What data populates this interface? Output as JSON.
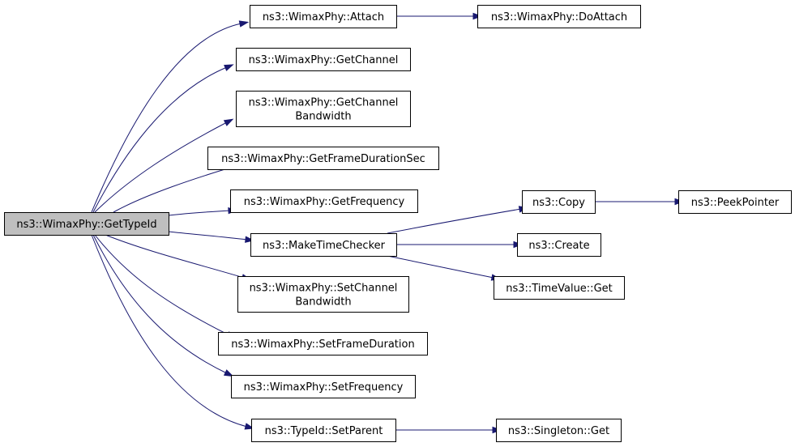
{
  "graph": {
    "root": "getTypeId",
    "nodes": [
      {
        "id": "getTypeId",
        "lines": [
          "ns3::WimaxPhy::GetTypeId"
        ]
      },
      {
        "id": "attach",
        "lines": [
          "ns3::WimaxPhy::Attach"
        ]
      },
      {
        "id": "doAttach",
        "lines": [
          "ns3::WimaxPhy::DoAttach"
        ]
      },
      {
        "id": "getChannel",
        "lines": [
          "ns3::WimaxPhy::GetChannel"
        ]
      },
      {
        "id": "getChannelBandwidth",
        "lines": [
          "ns3::WimaxPhy::GetChannel",
          "Bandwidth"
        ]
      },
      {
        "id": "getFrameDurationSec",
        "lines": [
          "ns3::WimaxPhy::GetFrameDurationSec"
        ]
      },
      {
        "id": "getFrequency",
        "lines": [
          "ns3::WimaxPhy::GetFrequency"
        ]
      },
      {
        "id": "makeTimeChecker",
        "lines": [
          "ns3::MakeTimeChecker"
        ]
      },
      {
        "id": "copy",
        "lines": [
          "ns3::Copy"
        ]
      },
      {
        "id": "peekPointer",
        "lines": [
          "ns3::PeekPointer"
        ]
      },
      {
        "id": "create",
        "lines": [
          "ns3::Create"
        ]
      },
      {
        "id": "timeValueGet",
        "lines": [
          "ns3::TimeValue::Get"
        ]
      },
      {
        "id": "setChannelBandwidth",
        "lines": [
          "ns3::WimaxPhy::SetChannel",
          "Bandwidth"
        ]
      },
      {
        "id": "setFrameDuration",
        "lines": [
          "ns3::WimaxPhy::SetFrameDuration"
        ]
      },
      {
        "id": "setFrequency",
        "lines": [
          "ns3::WimaxPhy::SetFrequency"
        ]
      },
      {
        "id": "setParent",
        "lines": [
          "ns3::TypeId::SetParent"
        ]
      },
      {
        "id": "singletonGet",
        "lines": [
          "ns3::Singleton::Get"
        ]
      }
    ],
    "edges": [
      {
        "from": "getTypeId",
        "to": "attach"
      },
      {
        "from": "getTypeId",
        "to": "getChannel"
      },
      {
        "from": "getTypeId",
        "to": "getChannelBandwidth"
      },
      {
        "from": "getTypeId",
        "to": "getFrameDurationSec"
      },
      {
        "from": "getTypeId",
        "to": "getFrequency"
      },
      {
        "from": "getTypeId",
        "to": "makeTimeChecker"
      },
      {
        "from": "getTypeId",
        "to": "setChannelBandwidth"
      },
      {
        "from": "getTypeId",
        "to": "setFrameDuration"
      },
      {
        "from": "getTypeId",
        "to": "setFrequency"
      },
      {
        "from": "getTypeId",
        "to": "setParent"
      },
      {
        "from": "attach",
        "to": "doAttach"
      },
      {
        "from": "makeTimeChecker",
        "to": "copy"
      },
      {
        "from": "makeTimeChecker",
        "to": "create"
      },
      {
        "from": "makeTimeChecker",
        "to": "timeValueGet"
      },
      {
        "from": "copy",
        "to": "peekPointer"
      },
      {
        "from": "setParent",
        "to": "singletonGet"
      }
    ],
    "colors": {
      "edge": "#191970",
      "root_fill": "#bfbfbf",
      "node_fill": "#ffffff",
      "border": "#000000"
    }
  }
}
